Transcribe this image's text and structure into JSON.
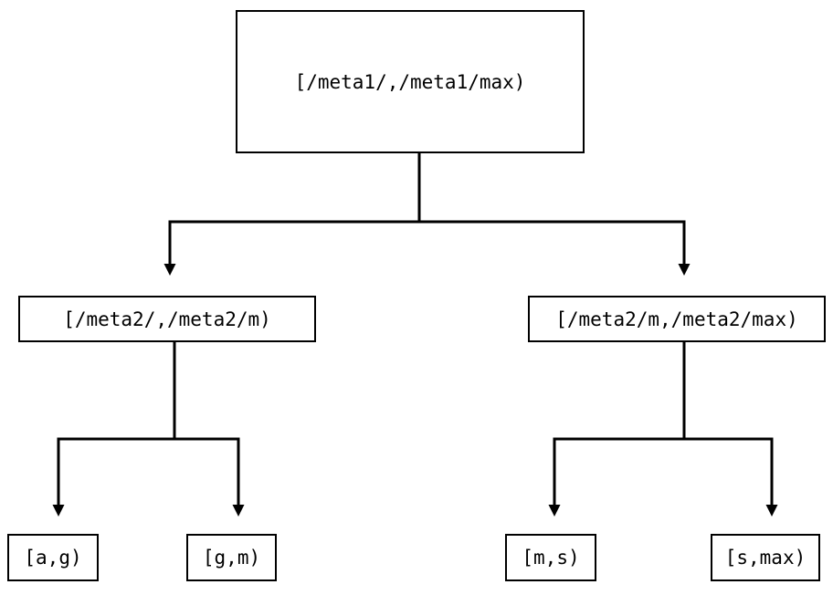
{
  "diagram": {
    "type": "tree",
    "title": "",
    "background_color": "#ffffff",
    "line_color": "#000000",
    "text_color": "#000000",
    "nodes": {
      "root": {
        "label": "[/meta1/,/meta1/max)",
        "level": 0
      },
      "meta2_low": {
        "label": "[/meta2/,/meta2/m)",
        "level": 1
      },
      "meta2_high": {
        "label": "[/meta2/m,/meta2/max)",
        "level": 1
      },
      "leaf_ag": {
        "label": "[a,g)",
        "level": 2
      },
      "leaf_gm": {
        "label": "[g,m)",
        "level": 2
      },
      "leaf_ms": {
        "label": "[m,s)",
        "level": 2
      },
      "leaf_smax": {
        "label": "[s,max)",
        "level": 2
      }
    },
    "edges": [
      {
        "from": "root",
        "to": "meta2_low",
        "arrow": "down-triangle"
      },
      {
        "from": "root",
        "to": "meta2_high",
        "arrow": "down-triangle"
      },
      {
        "from": "meta2_low",
        "to": "leaf_ag",
        "arrow": "down-triangle"
      },
      {
        "from": "meta2_low",
        "to": "leaf_gm",
        "arrow": "down-triangle"
      },
      {
        "from": "meta2_high",
        "to": "leaf_ms",
        "arrow": "down-triangle"
      },
      {
        "from": "meta2_high",
        "to": "leaf_smax",
        "arrow": "down-triangle"
      }
    ]
  }
}
